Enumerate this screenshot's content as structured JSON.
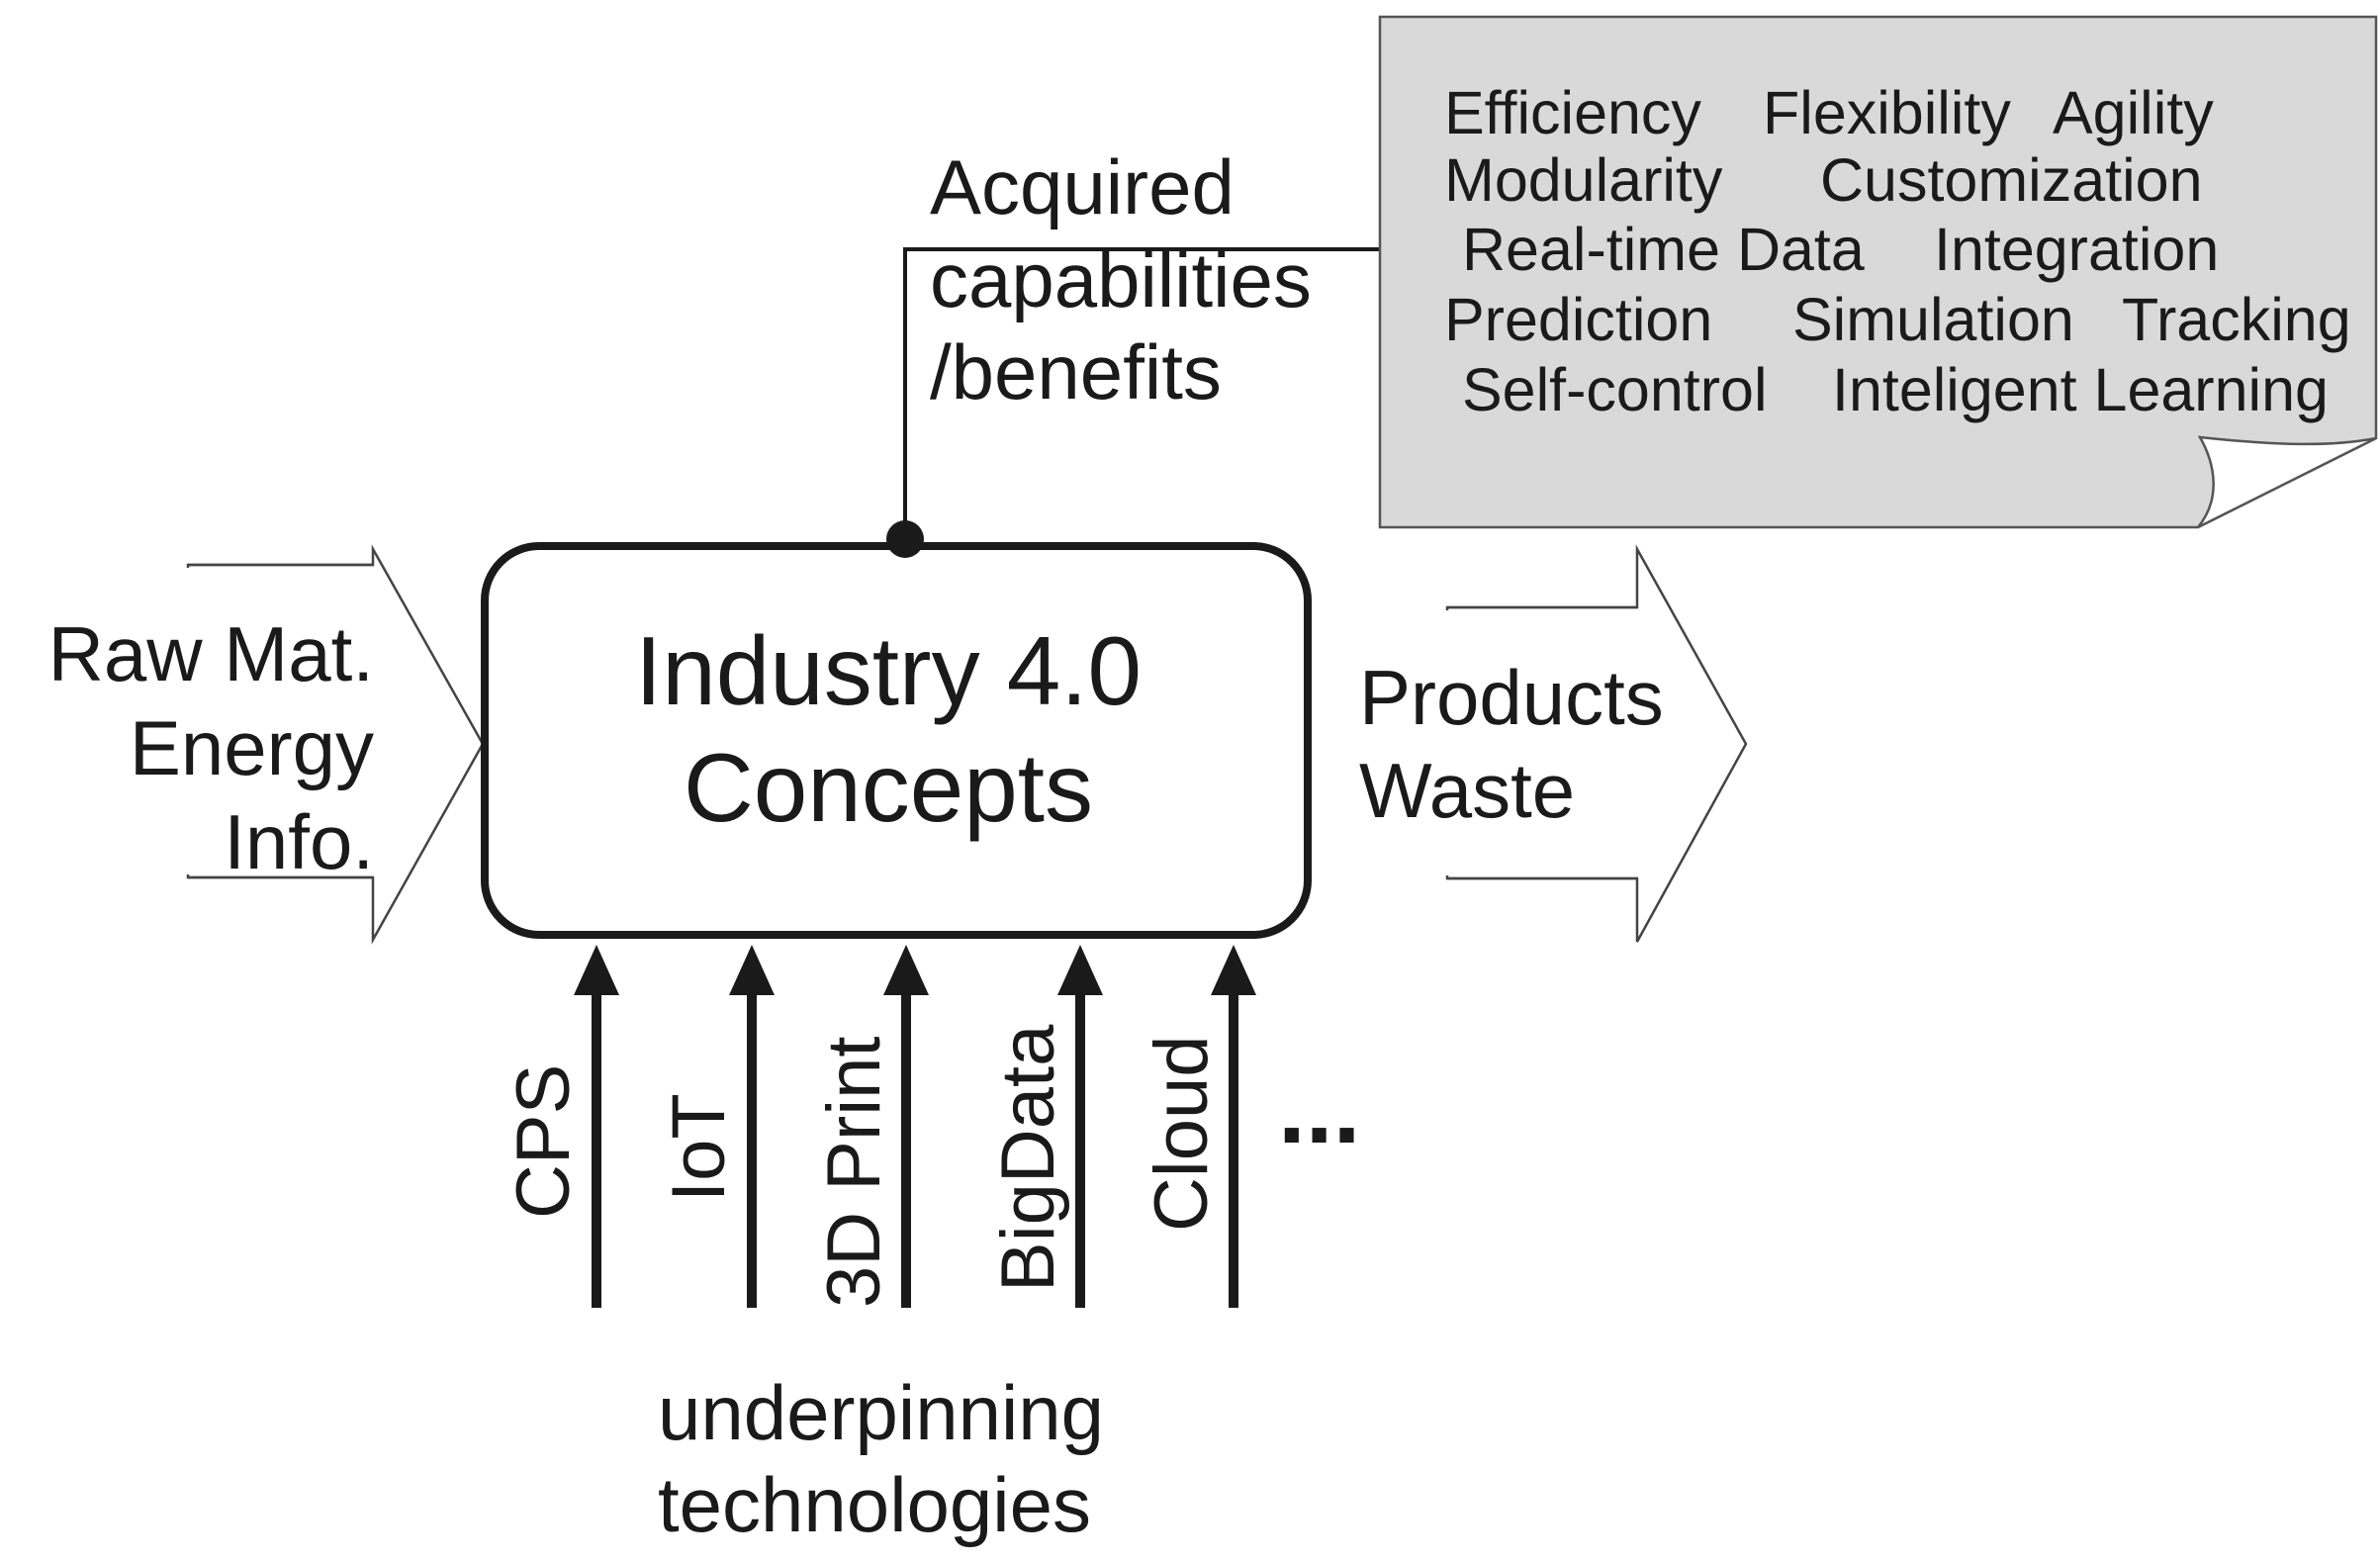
{
  "process_box": {
    "title_line1": "Industry 4.0",
    "title_line2": "Concepts"
  },
  "inputs": {
    "line1": "Raw Mat.",
    "line2": "Energy",
    "line3": "Info."
  },
  "outputs": {
    "line1": "Products",
    "line2": "Waste"
  },
  "capabilities": {
    "label_line1": "Acquired",
    "label_line2": "capabilities",
    "label_line3": "/benefits",
    "note_fill": "#d9d9d9",
    "rows": [
      [
        "Efficiency",
        "Flexibility",
        "Agility"
      ],
      [
        "Modularity",
        "Customization"
      ],
      [
        "Real-time Data",
        "Integration"
      ],
      [
        "Prediction",
        "Simulation",
        "Tracking"
      ],
      [
        "Self-control",
        "Inteligent Learning"
      ]
    ]
  },
  "technologies": {
    "items": [
      "CPS",
      "IoT",
      "3D Print",
      "BigData",
      "Cloud"
    ],
    "more": "...",
    "caption_line1": "underpinning",
    "caption_line2": "technologies"
  }
}
